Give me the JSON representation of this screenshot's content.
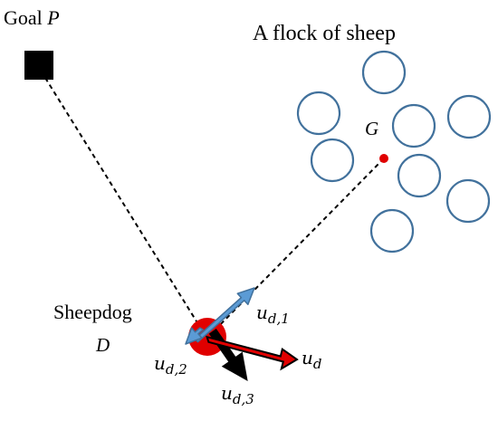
{
  "labels": {
    "goal_prefix": "Goal ",
    "goal_var": "P",
    "flock": "A flock of sheep",
    "center": "G",
    "dog_name": "Sheepdog",
    "dog_var": "D",
    "u_d1_base": "u",
    "u_d1_sub": "d,1",
    "u_d2_base": "u",
    "u_d2_sub": "d,2",
    "u_d3_base": "u",
    "u_d3_sub": "d,3",
    "u_d_base": "u",
    "u_d_sub": "d"
  },
  "colors": {
    "sheep_outline": "#41719C",
    "dog": "#E00000",
    "center": "#E00000",
    "goal": "#000000",
    "arrow_blue": "#5B9BD5",
    "arrow_blue_outline": "#41719C",
    "arrow_red": "#E00000",
    "arrow_black": "#000000"
  }
}
